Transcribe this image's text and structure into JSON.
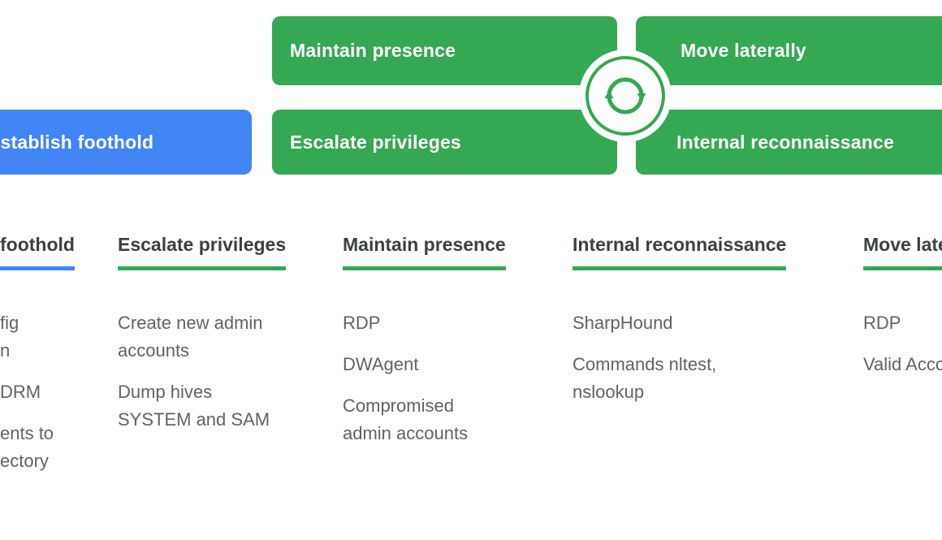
{
  "colors": {
    "green": "#34A853",
    "blue": "#4285F4",
    "header_text": "#3C4043",
    "body_text": "#5F6368",
    "box_label_text": "#ffffff"
  },
  "diagram": {
    "maintain_presence": "Maintain presence",
    "move_laterally": "Move laterally",
    "establish_foothold": "Establish foothold",
    "escalate_privileges": "Escalate privileges",
    "internal_reconnaissance": "Internal reconnaissance",
    "cycle_icon": "cycle-arrows"
  },
  "columns": [
    {
      "title": "foothold",
      "accent": "#4285F4",
      "items": [
        "fig\nn",
        "DRM",
        "ents to\nectory"
      ]
    },
    {
      "title": "Escalate privileges",
      "accent": "#34A853",
      "items": [
        "Create new admin\naccounts",
        "Dump hives\nSYSTEM and SAM"
      ]
    },
    {
      "title": "Maintain presence",
      "accent": "#34A853",
      "items": [
        "RDP",
        "DWAgent",
        "Compromised\nadmin accounts"
      ]
    },
    {
      "title": "Internal reconnaissance",
      "accent": "#34A853",
      "items": [
        "SharpHound",
        "Commands nltest,\nnslookup"
      ]
    },
    {
      "title": "Move laterally",
      "accent": "#34A853",
      "items": [
        "RDP",
        "Valid Accounts"
      ]
    }
  ]
}
